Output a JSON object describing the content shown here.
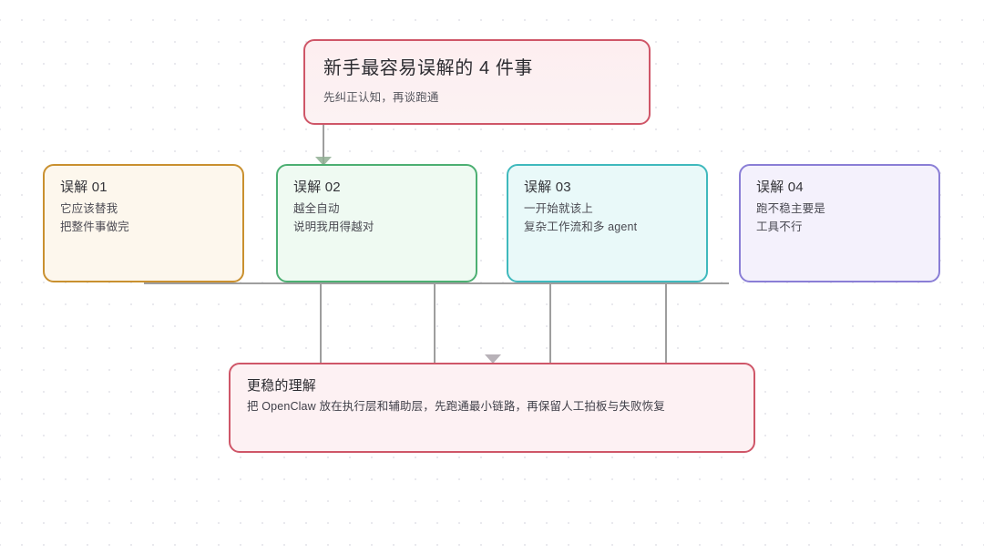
{
  "root": {
    "title": "新手最容易误解的 4 件事",
    "subtitle": "先纠正认知，再谈跑通",
    "color": "#cf5668"
  },
  "cards": [
    {
      "title": "误解 01",
      "line1": "它应该替我",
      "line2": "把整件事做完",
      "border_color": "#c9902f",
      "fill_color": "#fdf7ed"
    },
    {
      "title": "误解 02",
      "line1": "越全自动",
      "line2": "说明我用得越对",
      "border_color": "#4caf72",
      "fill_color": "#effaf2"
    },
    {
      "title": "误解 03",
      "line1": "一开始就该上",
      "line2": "复杂工作流和多 agent",
      "border_color": "#3fb9bd",
      "fill_color": "#e9f9f9"
    },
    {
      "title": "误解 04",
      "line1": "跑不稳主要是",
      "line2": "工具不行",
      "border_color": "#8a7ed6",
      "fill_color": "#f4f1fc"
    }
  ],
  "conclusion": {
    "title": "更稳的理解",
    "body": "把 OpenClaw 放在执行层和辅助层，先跑通最小链路，再保留人工拍板与失败恢复",
    "border_color": "#cf5668",
    "fill_color": "#fdf1f3"
  },
  "connector": {
    "color": "#9e9e9e"
  }
}
